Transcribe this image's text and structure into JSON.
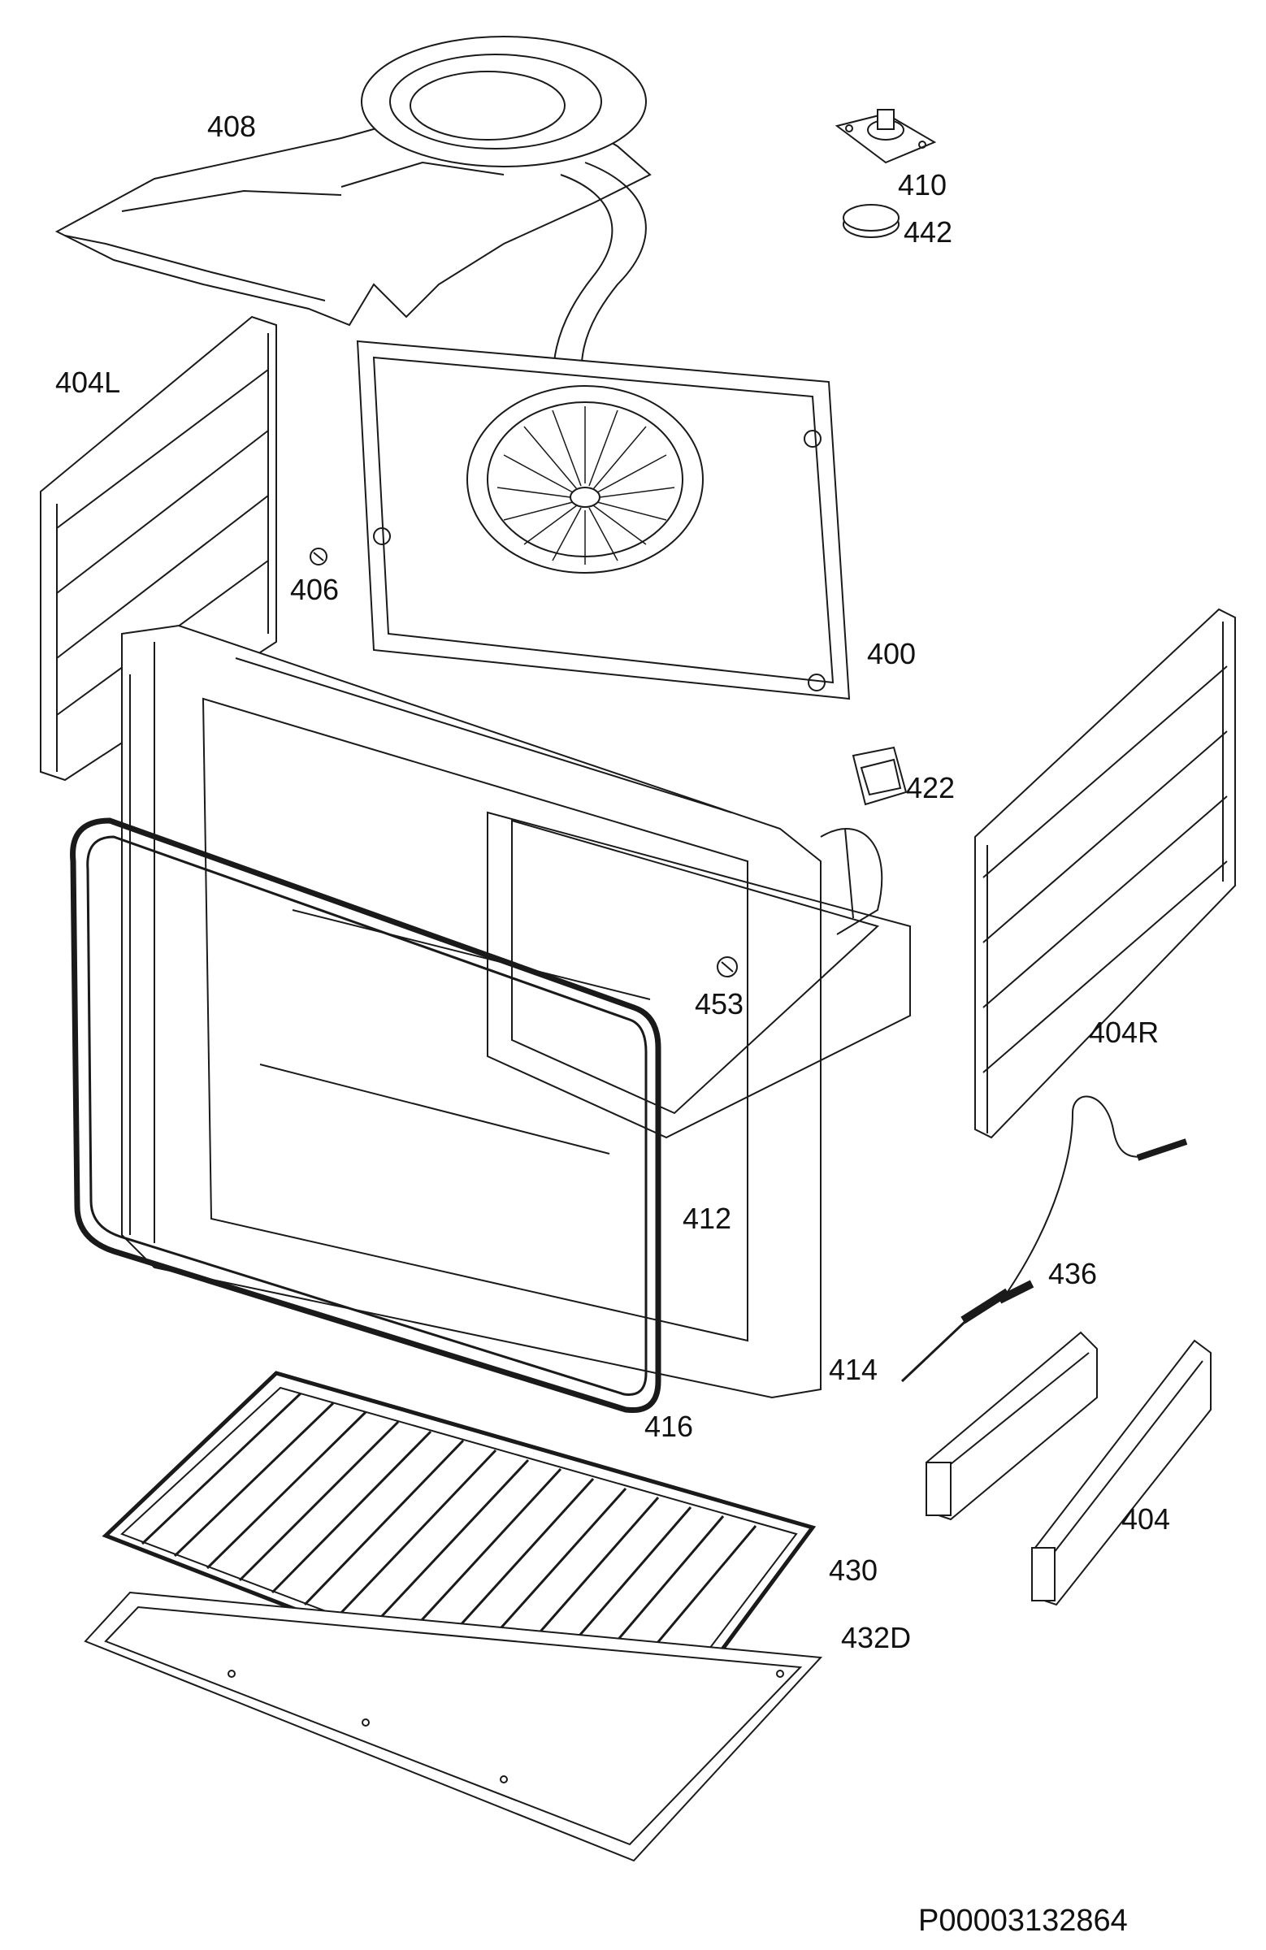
{
  "labels": {
    "p408": "408",
    "p410": "410",
    "p442": "442",
    "p404L": "404L",
    "p406": "406",
    "p400": "400",
    "p422": "422",
    "p453": "453",
    "p404R": "404R",
    "p412": "412",
    "p436": "436",
    "p414": "414",
    "p416": "416",
    "p404": "404",
    "p430": "430",
    "p432D": "432D"
  },
  "drawing_code": "P00003132864",
  "line_color": "#1a1a1a"
}
